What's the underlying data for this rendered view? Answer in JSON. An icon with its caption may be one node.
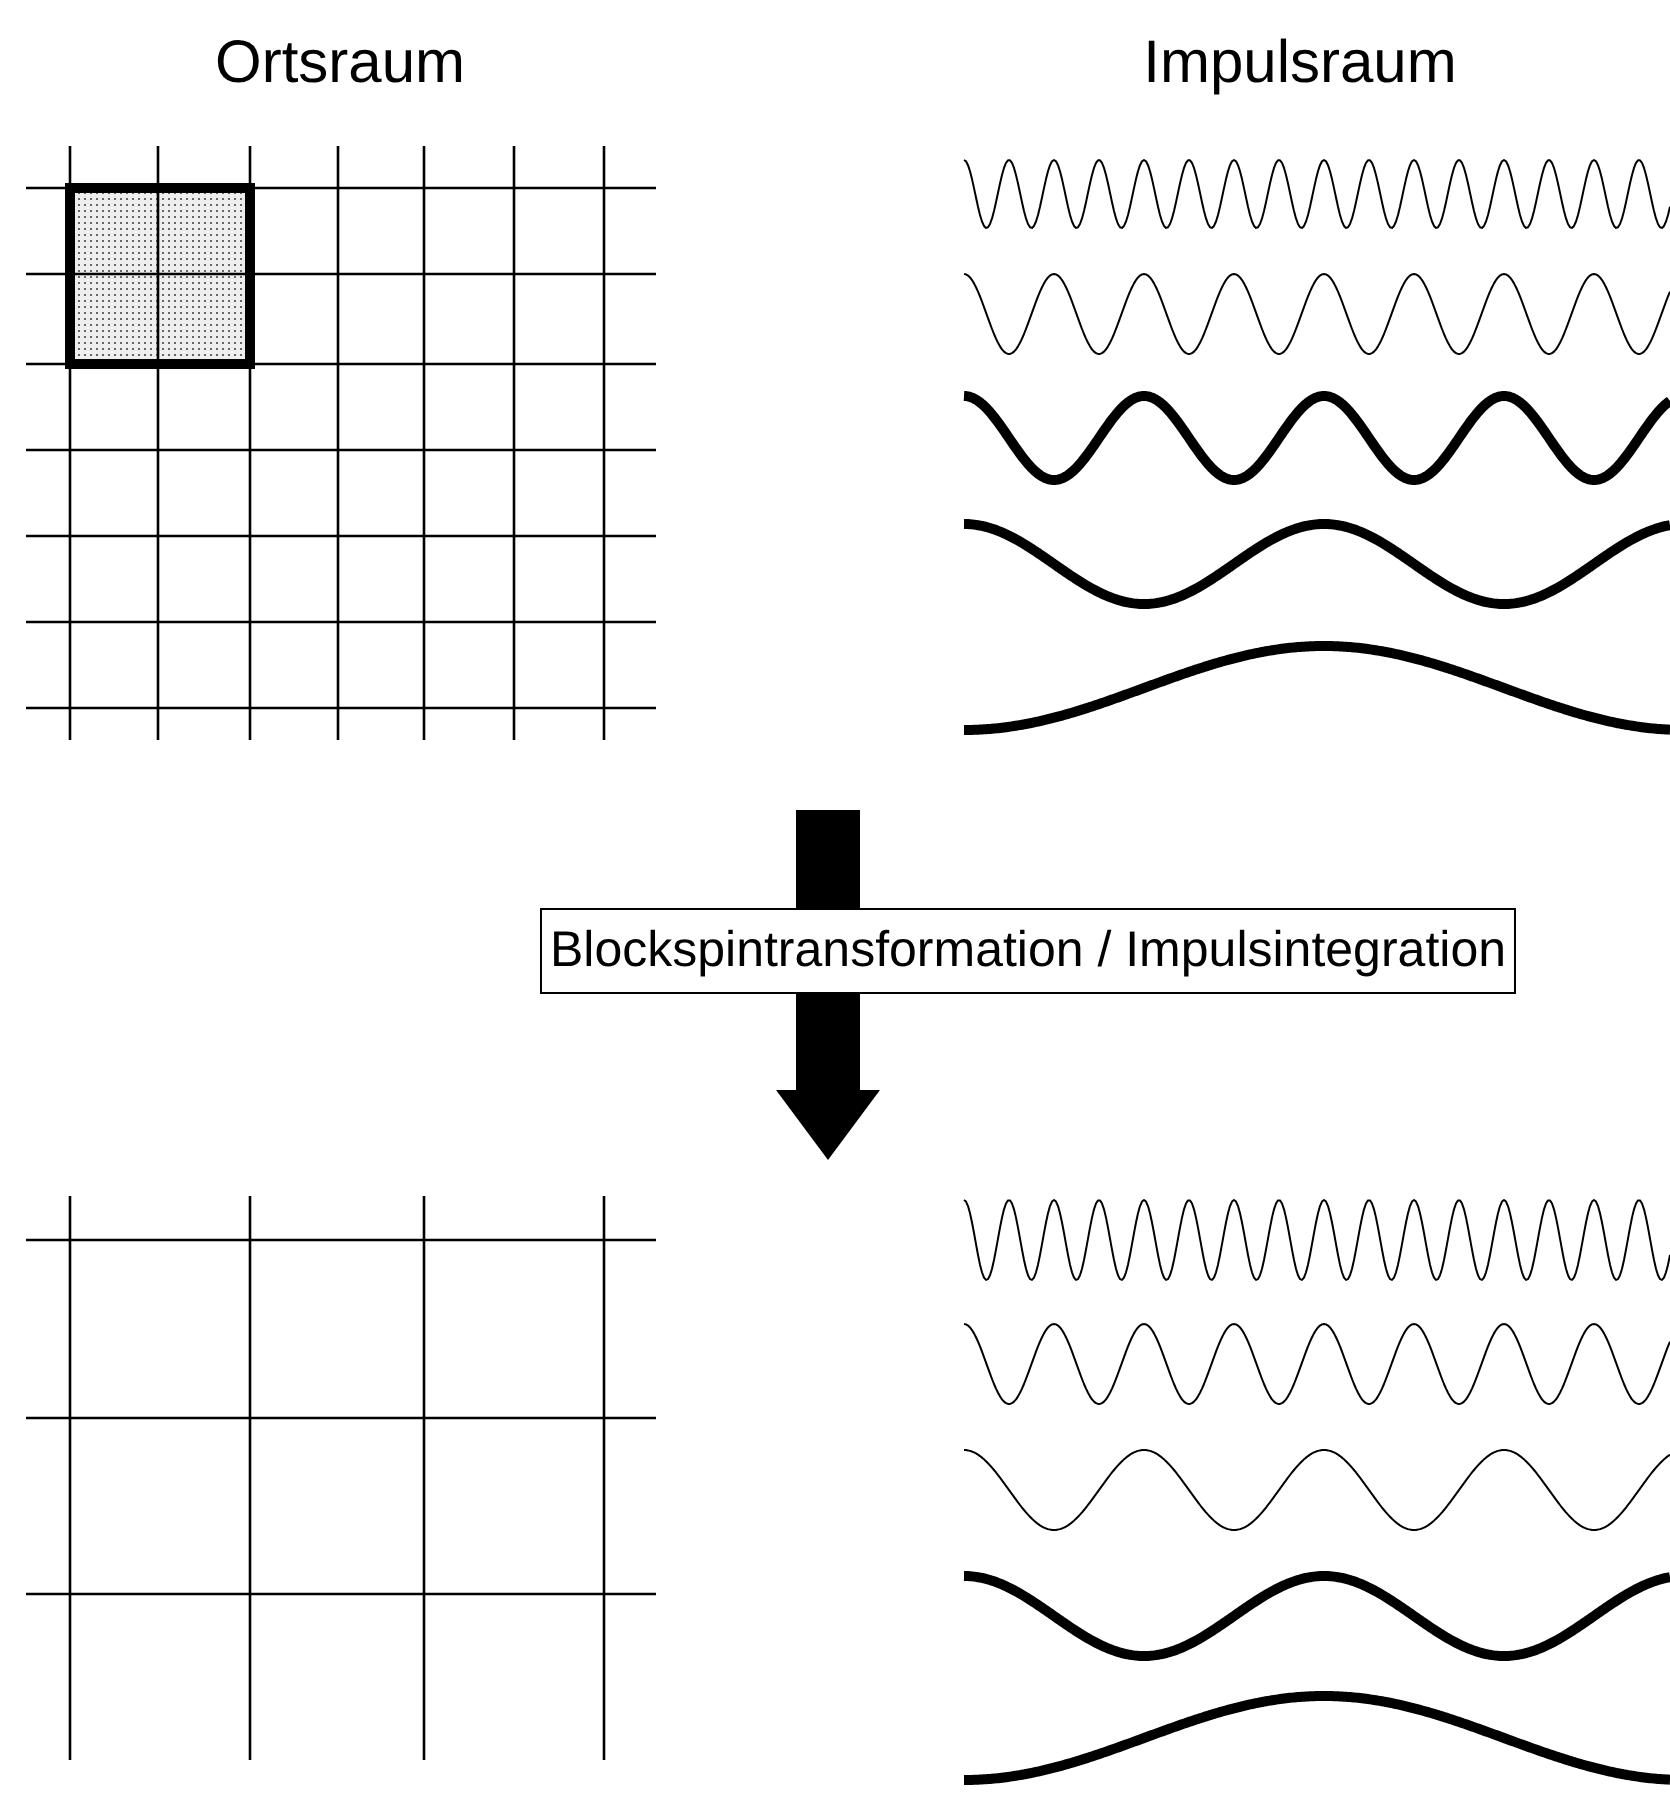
{
  "diagram": {
    "nodes": [
      {
        "text": [
          "Blockspintransformation / Impulsintegration"
        ]
      }
    ],
    "labels": [
      "Ortsraum",
      "Impulsraum"
    ]
  }
}
